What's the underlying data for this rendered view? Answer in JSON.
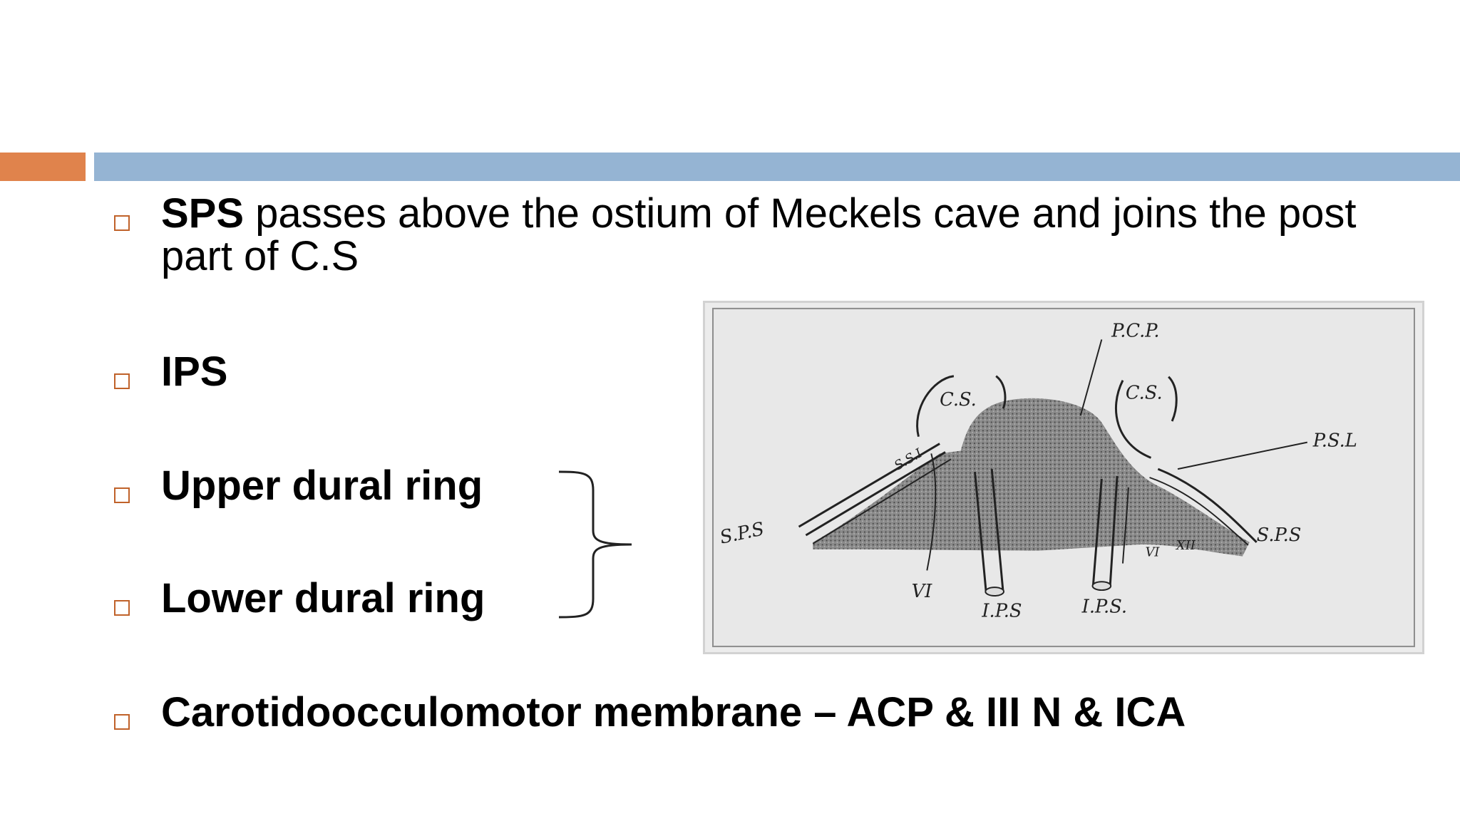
{
  "bullets": [
    {
      "bold": "SPS",
      "rest": " passes above the ostium of Meckels cave and joins the post part of C.S"
    },
    {
      "bold": "IPS",
      "rest": ""
    },
    {
      "bold": "Upper dural ring",
      "rest": ""
    },
    {
      "bold": "Lower dural ring",
      "rest": ""
    },
    {
      "bold": "Carotidoocculomotor membrane – ACP & III N & ICA",
      "rest": ""
    }
  ],
  "figure": {
    "labels": {
      "pcp": "P.C.P.",
      "cs_left": "C.S.",
      "cs_right": "C.S.",
      "psl": "P.S.L",
      "sps_left": "S.P.S",
      "sps_right": "S.P.S",
      "vi_left": "VI",
      "vi_right": "VI",
      "ips_left": "I.P.S",
      "ips_right": "I.P.S.",
      "ssi": "S.S.I",
      "xii": "XII"
    }
  },
  "colors": {
    "accent_orange": "#e0834c",
    "accent_blue": "#95b4d3",
    "bullet_box": "#c0622a"
  }
}
